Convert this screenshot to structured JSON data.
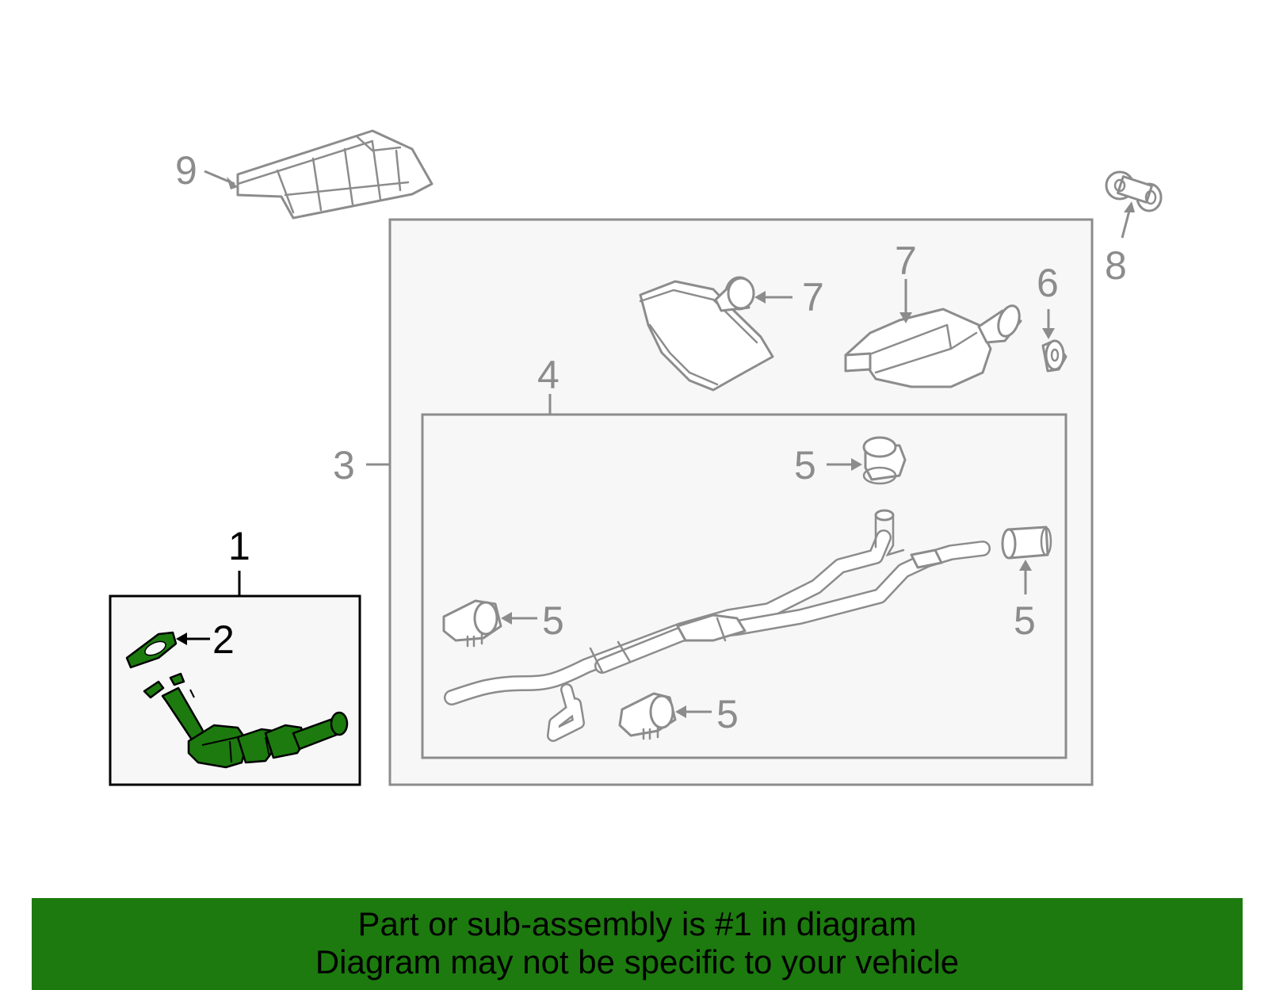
{
  "callouts": {
    "c1": "1",
    "c2": "2",
    "c3": "3",
    "c4": "4",
    "c5a": "5",
    "c5b": "5",
    "c5c": "5",
    "c5d": "5",
    "c6": "6",
    "c7a": "7",
    "c7b": "7",
    "c8": "8",
    "c9": "9"
  },
  "banner": {
    "line1": "Part or sub-assembly is #1 in diagram",
    "line2": "Diagram may not be specific to your vehicle"
  },
  "colors": {
    "highlight": "#1d7a0f",
    "outline": "#8c8c8c",
    "panel_fill": "#f7f7f7"
  }
}
